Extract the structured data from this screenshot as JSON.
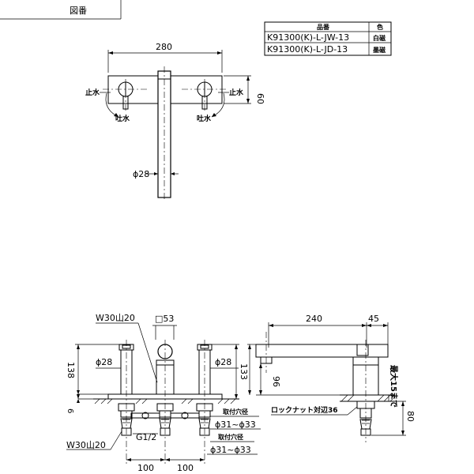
{
  "header": {
    "drawing_number_label": "図番"
  },
  "part_table": {
    "col_part": "品番",
    "col_color": "色",
    "rows": [
      {
        "part": "K91300(K)-L-JW-13",
        "color": "白磁"
      },
      {
        "part": "K91300(K)-L-JD-13",
        "color": "墨磁"
      }
    ]
  },
  "top_view": {
    "width_dim": "280",
    "depth_dim": "60",
    "label_shutoff": "止水",
    "label_spout_left": "吐水",
    "label_spout_right": "吐水",
    "spout_dia": "ϕ28"
  },
  "front_view": {
    "handle_label": "W30山20",
    "spout_box": "□53",
    "left_dia": "ϕ28",
    "right_dia": "ϕ28",
    "height_138": "138",
    "height_133": "133",
    "dim_6": "6",
    "hole_label_1": "取付穴径",
    "hole_range_1": "ϕ31~ϕ33",
    "hole_label_2": "取付穴径",
    "hole_range_2": "ϕ31~ϕ33",
    "bottom_nut": "W30山20",
    "thread": "G1/2",
    "pitch_left": "100",
    "pitch_right": "100"
  },
  "side_view": {
    "reach_dim": "240",
    "offset_dim": "45",
    "height_96": "96",
    "max_thickness": "最大15まで",
    "locknut": "ロックナット対辺36",
    "height_80": "80"
  }
}
